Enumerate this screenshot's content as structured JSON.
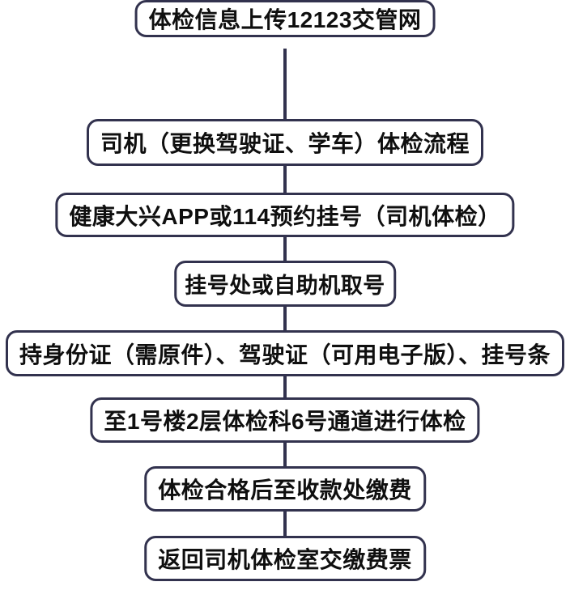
{
  "flowchart": {
    "title": "司机（更换驾驶证、学车）体检流程",
    "steps": [
      {
        "label": "司机（更换驾驶证、学车）体检流程"
      },
      {
        "label": "健康大兴APP或114预约挂号（司机体检）"
      },
      {
        "label": "挂号处或自助机取号"
      },
      {
        "label": "持身份证（需原件）、驾驶证（可用电子版）、挂号条"
      },
      {
        "label": "至1号楼2层体检科6号通道进行体检"
      },
      {
        "label": "体检合格后至收款处缴费"
      },
      {
        "label": "返回司机体检室交缴费票"
      },
      {
        "label": "体检信息上传12123交管网"
      }
    ],
    "colors": {
      "border": "#32324e",
      "text": "#0f0f0f",
      "background": "#ffffff"
    }
  }
}
